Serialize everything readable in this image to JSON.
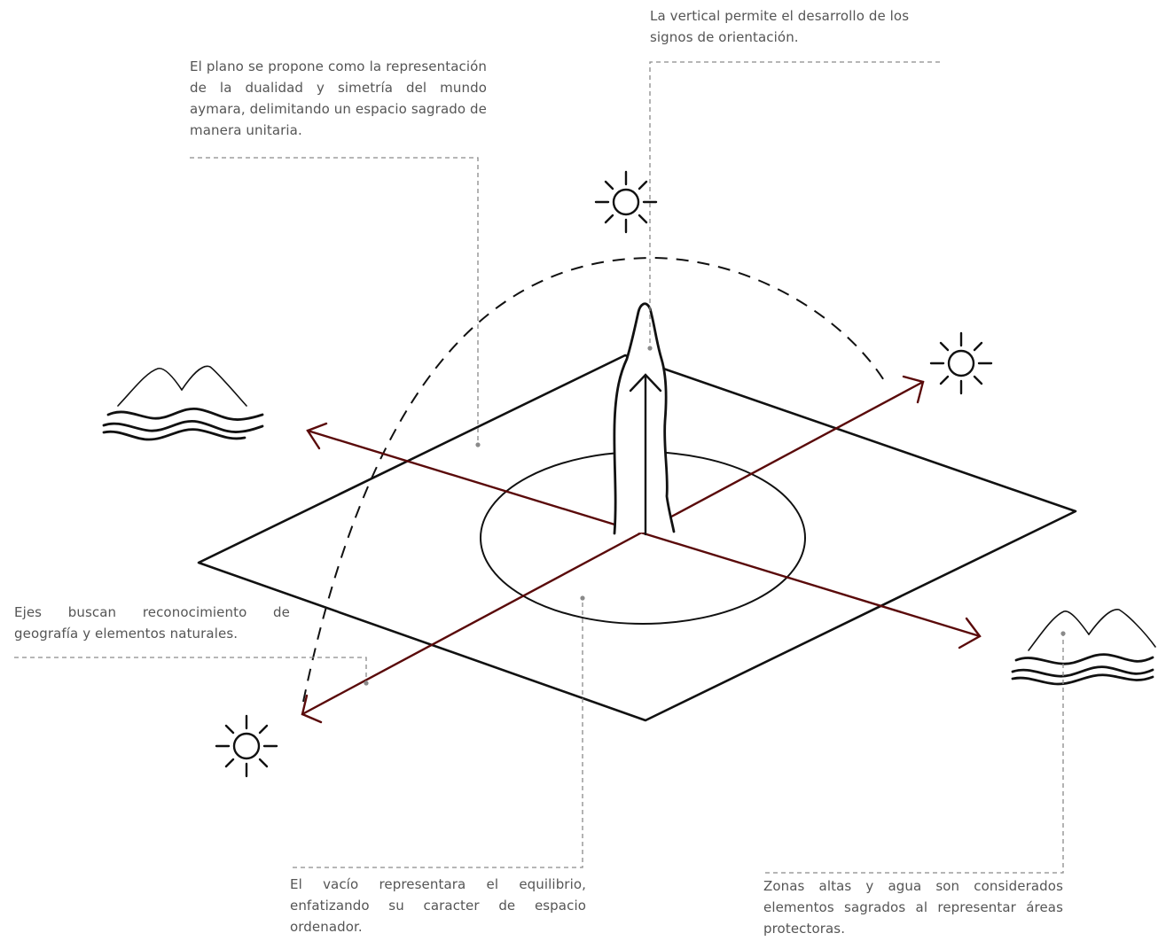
{
  "annotations": {
    "vertical": "La vertical permite el desarrollo de los signos de orientación.",
    "plane": "El plano se propone como la representación de la dualidad y simetría del mundo aymara, delimitando un espacio sagrado de manera unitaria.",
    "axes": "Ejes buscan reconocimiento de geografía y elementos naturales.",
    "void": "El vacío representara el equilibrio, enfatizando su caracter de espacio ordenador.",
    "zones": "Zonas altas y agua son considerados elementos sagrados al representar áreas protectoras."
  },
  "colors": {
    "axis": "#5a0a0a",
    "line": "#111111",
    "leader": "#8a8a8a",
    "text": "#555555"
  },
  "icons": [
    "sun-icon",
    "mountain-water-icon",
    "arrow-icon"
  ]
}
